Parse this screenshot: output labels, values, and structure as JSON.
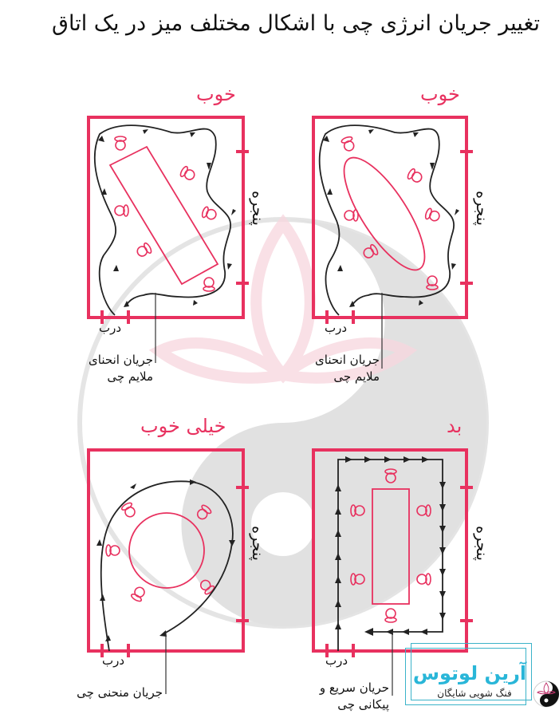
{
  "title": "تغییر جریان انرژی چی با اشکال مختلف میز در یک اتاق",
  "colors": {
    "room_border": "#e8315f",
    "furniture": "#e8315f",
    "flow": "#222222",
    "watermark": "#d9d9d9",
    "logo_accent": "#29b6d8"
  },
  "diagrams": [
    {
      "id": "rectangle-diagonal",
      "position": "top-left",
      "verdict": "خوب",
      "table_shape": "rectangle-diagonal",
      "window_label": "پنجره",
      "door_label": "درب",
      "flow_label_line1": "جریان انحنای",
      "flow_label_line2": "ملایم چی",
      "chairs": 6
    },
    {
      "id": "oval",
      "position": "top-right",
      "verdict": "خوب",
      "table_shape": "oval",
      "window_label": "پنجره",
      "door_label": "درب",
      "flow_label_line1": "جریان انحنای",
      "flow_label_line2": "ملایم چی",
      "chairs": 6
    },
    {
      "id": "round",
      "position": "bottom-left",
      "verdict": "خیلی خوب",
      "table_shape": "circle",
      "window_label": "پنجره",
      "door_label": "درب",
      "flow_label_line1": "جریان منحنی چی",
      "chairs": 5
    },
    {
      "id": "rectangle-straight",
      "position": "bottom-right",
      "verdict": "بد",
      "table_shape": "rectangle-straight",
      "window_label": "پنجره",
      "door_label": "درب",
      "flow_label_line1": "حریان سریع و",
      "flow_label_line2": "پیکانی چی",
      "chairs": 6
    }
  ],
  "logo": {
    "name": "آرین لوتوس",
    "subtitle": "فنگ شویی شایگان",
    "icon": "yin-yang-lotus-icon"
  },
  "watermark": {
    "icon": "yin-yang-lotus-watermark"
  }
}
